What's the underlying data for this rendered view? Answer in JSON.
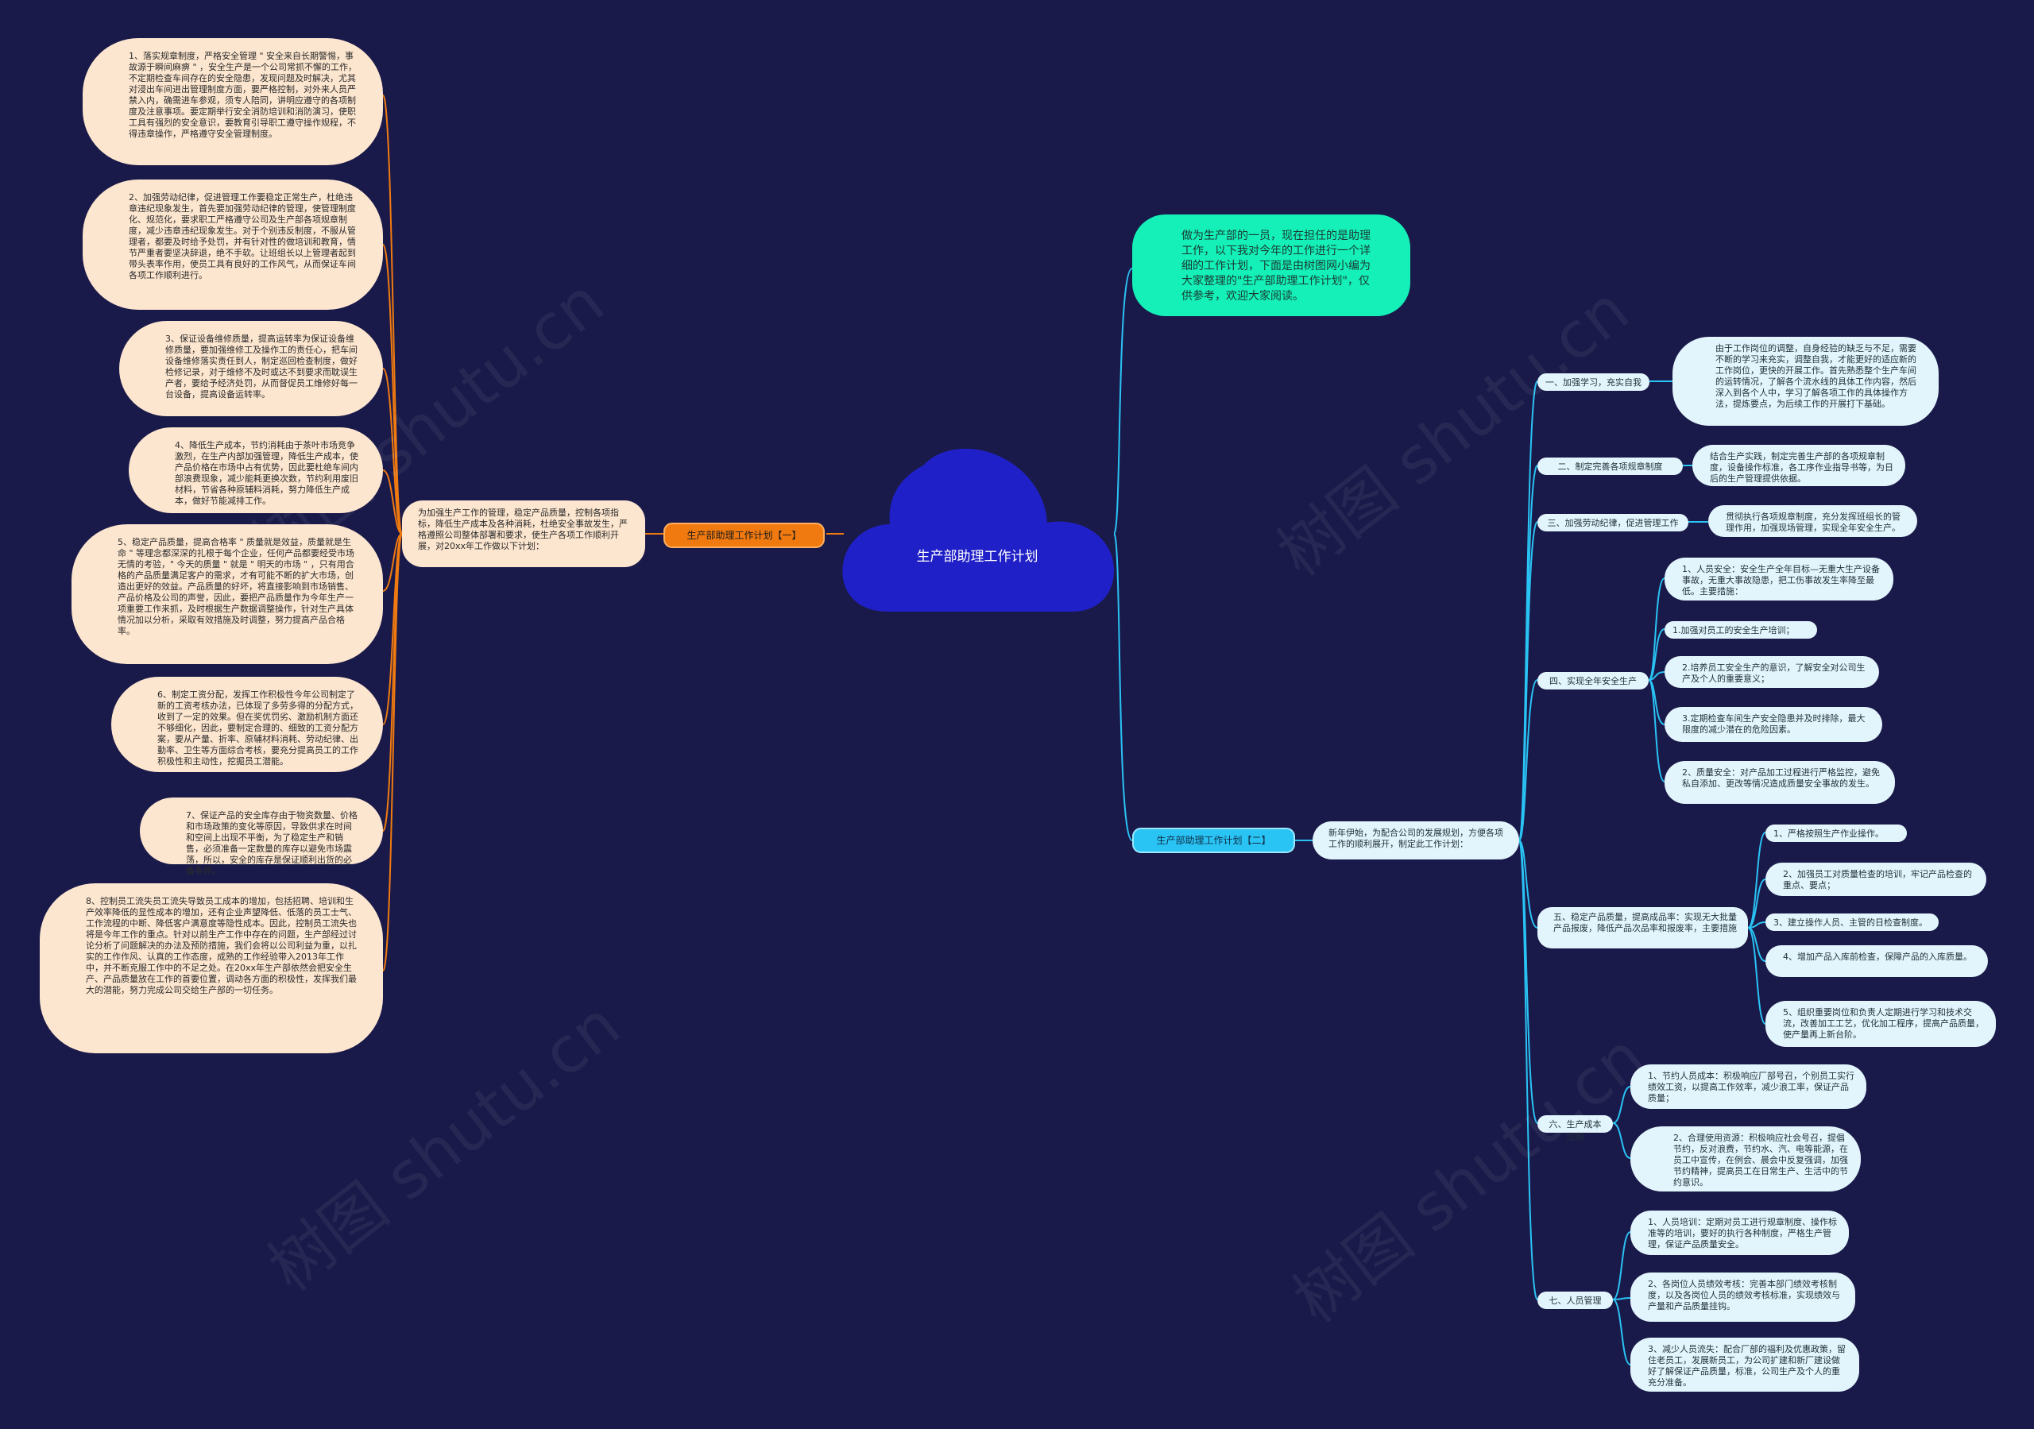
{
  "center": {
    "title": "生产部助理工作计划"
  },
  "watermark": "树图 shutu.cn",
  "plan1": {
    "label": "生产部助理工作计划【一】",
    "intro": "为加强生产工作的管理，稳定产品质量，控制各项指标，降低生产成本及各种消耗，杜绝安全事故发生，严格遵照公司整体部署和要求，使生产各项工作顺利开展，对20xx年工作做以下计划：",
    "items": [
      "1、落实规章制度，严格安全管理 \" 安全来自长期警惕，事故源于瞬间麻痹 \" ，安全生产是一个公司常抓不懈的工作，不定期检查车间存在的安全隐患，发现问题及时解决，尤其对浸出车间进出管理制度方面，要严格控制，对外来人员严禁入内，确需进车参观，须专人陪同，讲明应遵守的各项制度及注意事项。要定期举行安全消防培训和消防演习，使职工具有强烈的安全意识，要教育引导职工遵守操作规程，不得违章操作，严格遵守安全管理制度。",
      "2、加强劳动纪律，促进管理工作要稳定正常生产，杜绝违章违纪现象发生，首先要加强劳动纪律的管理，使管理制度化、规范化，要求职工严格遵守公司及生产部各项规章制度，减少违章违纪现象发生。对于个别违反制度，不服从管理者，都要及时给予处罚，并有针对性的做培训和教育，情节严重者要坚决辞退，绝不手软。让班组长以上管理者起到带头表率作用，使员工具有良好的工作风气，从而保证车间各项工作顺利进行。",
      "3、保证设备维修质量，提高运转率为保证设备维修质量，要加强维修工及操作工的责任心，把车间设备维修落实责任到人，制定巡回检查制度，做好检修记录，对于维修不及时或达不到要求而耽误生产者，要给予经济处罚，从而督促员工维修好每一台设备，提高设备运转率。",
      "4、降低生产成本，节约消耗由于茶叶市场竞争激烈，在生产内部加强管理，降低生产成本，使产品价格在市场中占有优势，因此要杜绝车间内部浪费现象，减少能耗更换次数，节约利用废旧材料，节省各种原辅料消耗，努力降低生产成本，做好节能减排工作。",
      "5、稳定产品质量，提高合格率 \" 质量就是效益，质量就是生命 \" 等理念都深深的扎根于每个企业，任何产品都要经受市场无情的考验，\" 今天的质量 \" 就是 \" 明天的市场 \" ，只有用合格的产品质量满足客户的需求，才有可能不断的扩大市场，创造出更好的效益。产品质量的好坏，将直接影响到市场销售、产品价格及公司的声誉，因此，要把产品质量作为今年生产一项重要工作来抓，及时根据生产数据调整操作，针对生产具体情况加以分析，采取有效措施及时调整，努力提高产品合格率。",
      "6、制定工资分配，发挥工作积极性今年公司制定了新的工资考核办法，已体现了多劳多得的分配方式，收到了一定的效果。但在奖优罚劣、激励机制方面还不够细化，因此，要制定合理的、细致的工资分配方案，要从产量、折率、原辅材料消耗、劳动纪律、出勤率、卫生等方面综合考核，要充分提高员工的工作积极性和主动性，挖掘员工潜能。",
      "7、保证产品的安全库存由于物资数量、价格和市场政策的变化等原因，导致供求在时间和空间上出现不平衡，为了稳定生产和销售，必须准备一定数量的库存以避免市场震荡，所以，安全的库存是保证顺利出货的必备条件。",
      "8、控制员工流失员工流失导致员工成本的增加，包括招聘、培训和生产效率降低的显性成本的增加，还有企业声望降低、低落的员工士气、工作流程的中断、降低客户满意度等隐性成本。因此，控制员工流失也将是今年工作的重点。针对以前生产工作中存在的问题，生产部经过讨论分析了问题解决的办法及预防措施，我们会将以公司利益为重，以扎实的工作作风、认真的工作态度，成熟的工作经验带入2013年工作中，并不断克服工作中的不足之处。在20xx年生产部依然会把安全生产、产品质量放在工作的首要位置，调动各方面的积极性，发挥我们最大的潜能，努力完成公司交给生产部的一切任务。"
    ]
  },
  "intro_green": "做为生产部的一员，现在担任的是助理工作，以下我对今年的工作进行一个详细的工作计划，下面是由树图网小编为大家整理的\"生产部助理工作计划\"，仅供参考，欢迎大家阅读。",
  "plan2": {
    "label": "生产部助理工作计划【二】",
    "intro": "新年伊始，为配合公司的发展规划，方便各项工作的顺利展开，制定此工作计划：",
    "sections": [
      {
        "title": "一、加强学习，充实自我",
        "items": [
          "由于工作岗位的调整，自身经验的缺乏与不足，需要不断的学习来充实，调整自我，才能更好的适应新的工作岗位，更快的开展工作。首先熟悉整个生产车间的运转情况，了解各个流水线的具体工作内容，然后深入到各个人中，学习了解各项工作的具体操作方法，提炼要点，为后续工作的开展打下基础。"
        ]
      },
      {
        "title": "二、制定完善各项规章制度",
        "items": [
          "结合生产实践，制定完善生产部的各项规章制度，设备操作标准，各工序作业指导书等，为日后的生产管理提供依据。"
        ]
      },
      {
        "title": "三、加强劳动纪律，促进管理工作",
        "items": [
          "贯彻执行各项规章制度，充分发挥班组长的管理作用，加强现场管理，实现全年安全生产。"
        ]
      },
      {
        "title": "四、实现全年安全生产",
        "items": [
          "1、人员安全：安全生产全年目标—无重大生产设备事故，无重大事故隐患，把工伤事故发生率降至最低。主要措施：",
          "1.加强对员工的安全生产培训；",
          "2.培养员工安全生产的意识，了解安全对公司生产及个人的重要意义；",
          "3.定期检查车间生产安全隐患并及时排除，最大限度的减少潜在的危险因素。",
          "2、质量安全：对产品加工过程进行严格监控，避免私自添加、更改等情况造成质量安全事故的发生。"
        ]
      },
      {
        "title": "五、稳定产品质量，提高成品率：实现无大批量产品报废，降低产品次品率和报废率，主要措施",
        "items": [
          "1、严格按照生产作业操作。",
          "2、加强员工对质量检查的培训，牢记产品检查的重点、要点；",
          "3、建立操作人员、主管的日检查制度。",
          "4、增加产品入库前检查，保障产品的入库质量。",
          "5、组织重要岗位和负责人定期进行学习和技术交流，改善加工工艺，优化加工程序，提高产品质量，使产量再上新台阶。"
        ]
      },
      {
        "title": "六、生产成本控制",
        "items": [
          "1、节约人员成本：积极响应厂部号召，个别员工实行绩效工资，以提高工作效率，减少浪工率，保证产品质量；",
          "2、合理使用资源：积极响应社会号召，提倡节约，反对浪费，节约水、汽、电等能源，在员工中宣传，在例会、晨会中反复强调，加强节约精神，提高员工在日常生产、生活中的节约意识。"
        ]
      },
      {
        "title": "七、人员管理",
        "items": [
          "1、人员培训：定期对员工进行规章制度、操作标准等的培训，要好的执行各种制度，严格生产管理，保证产品质量安全。",
          "2、各岗位人员绩效考核：完善本部门绩效考核制度，以及各岗位人员的绩效考核标准，实现绩效与产量和产品质量挂钩。",
          "3、减少人员流失：配合厂部的福利及优惠政策，留住老员工，发展新员工，为公司扩建和新厂建设做好了解保证产品质量，标准，公司生产及个人的重充分准备。"
        ]
      }
    ]
  },
  "colors": {
    "background": "#1a1a4a",
    "left_line": "#f07a10",
    "right_line": "#29c3f4",
    "cloud": "#2020c8"
  }
}
